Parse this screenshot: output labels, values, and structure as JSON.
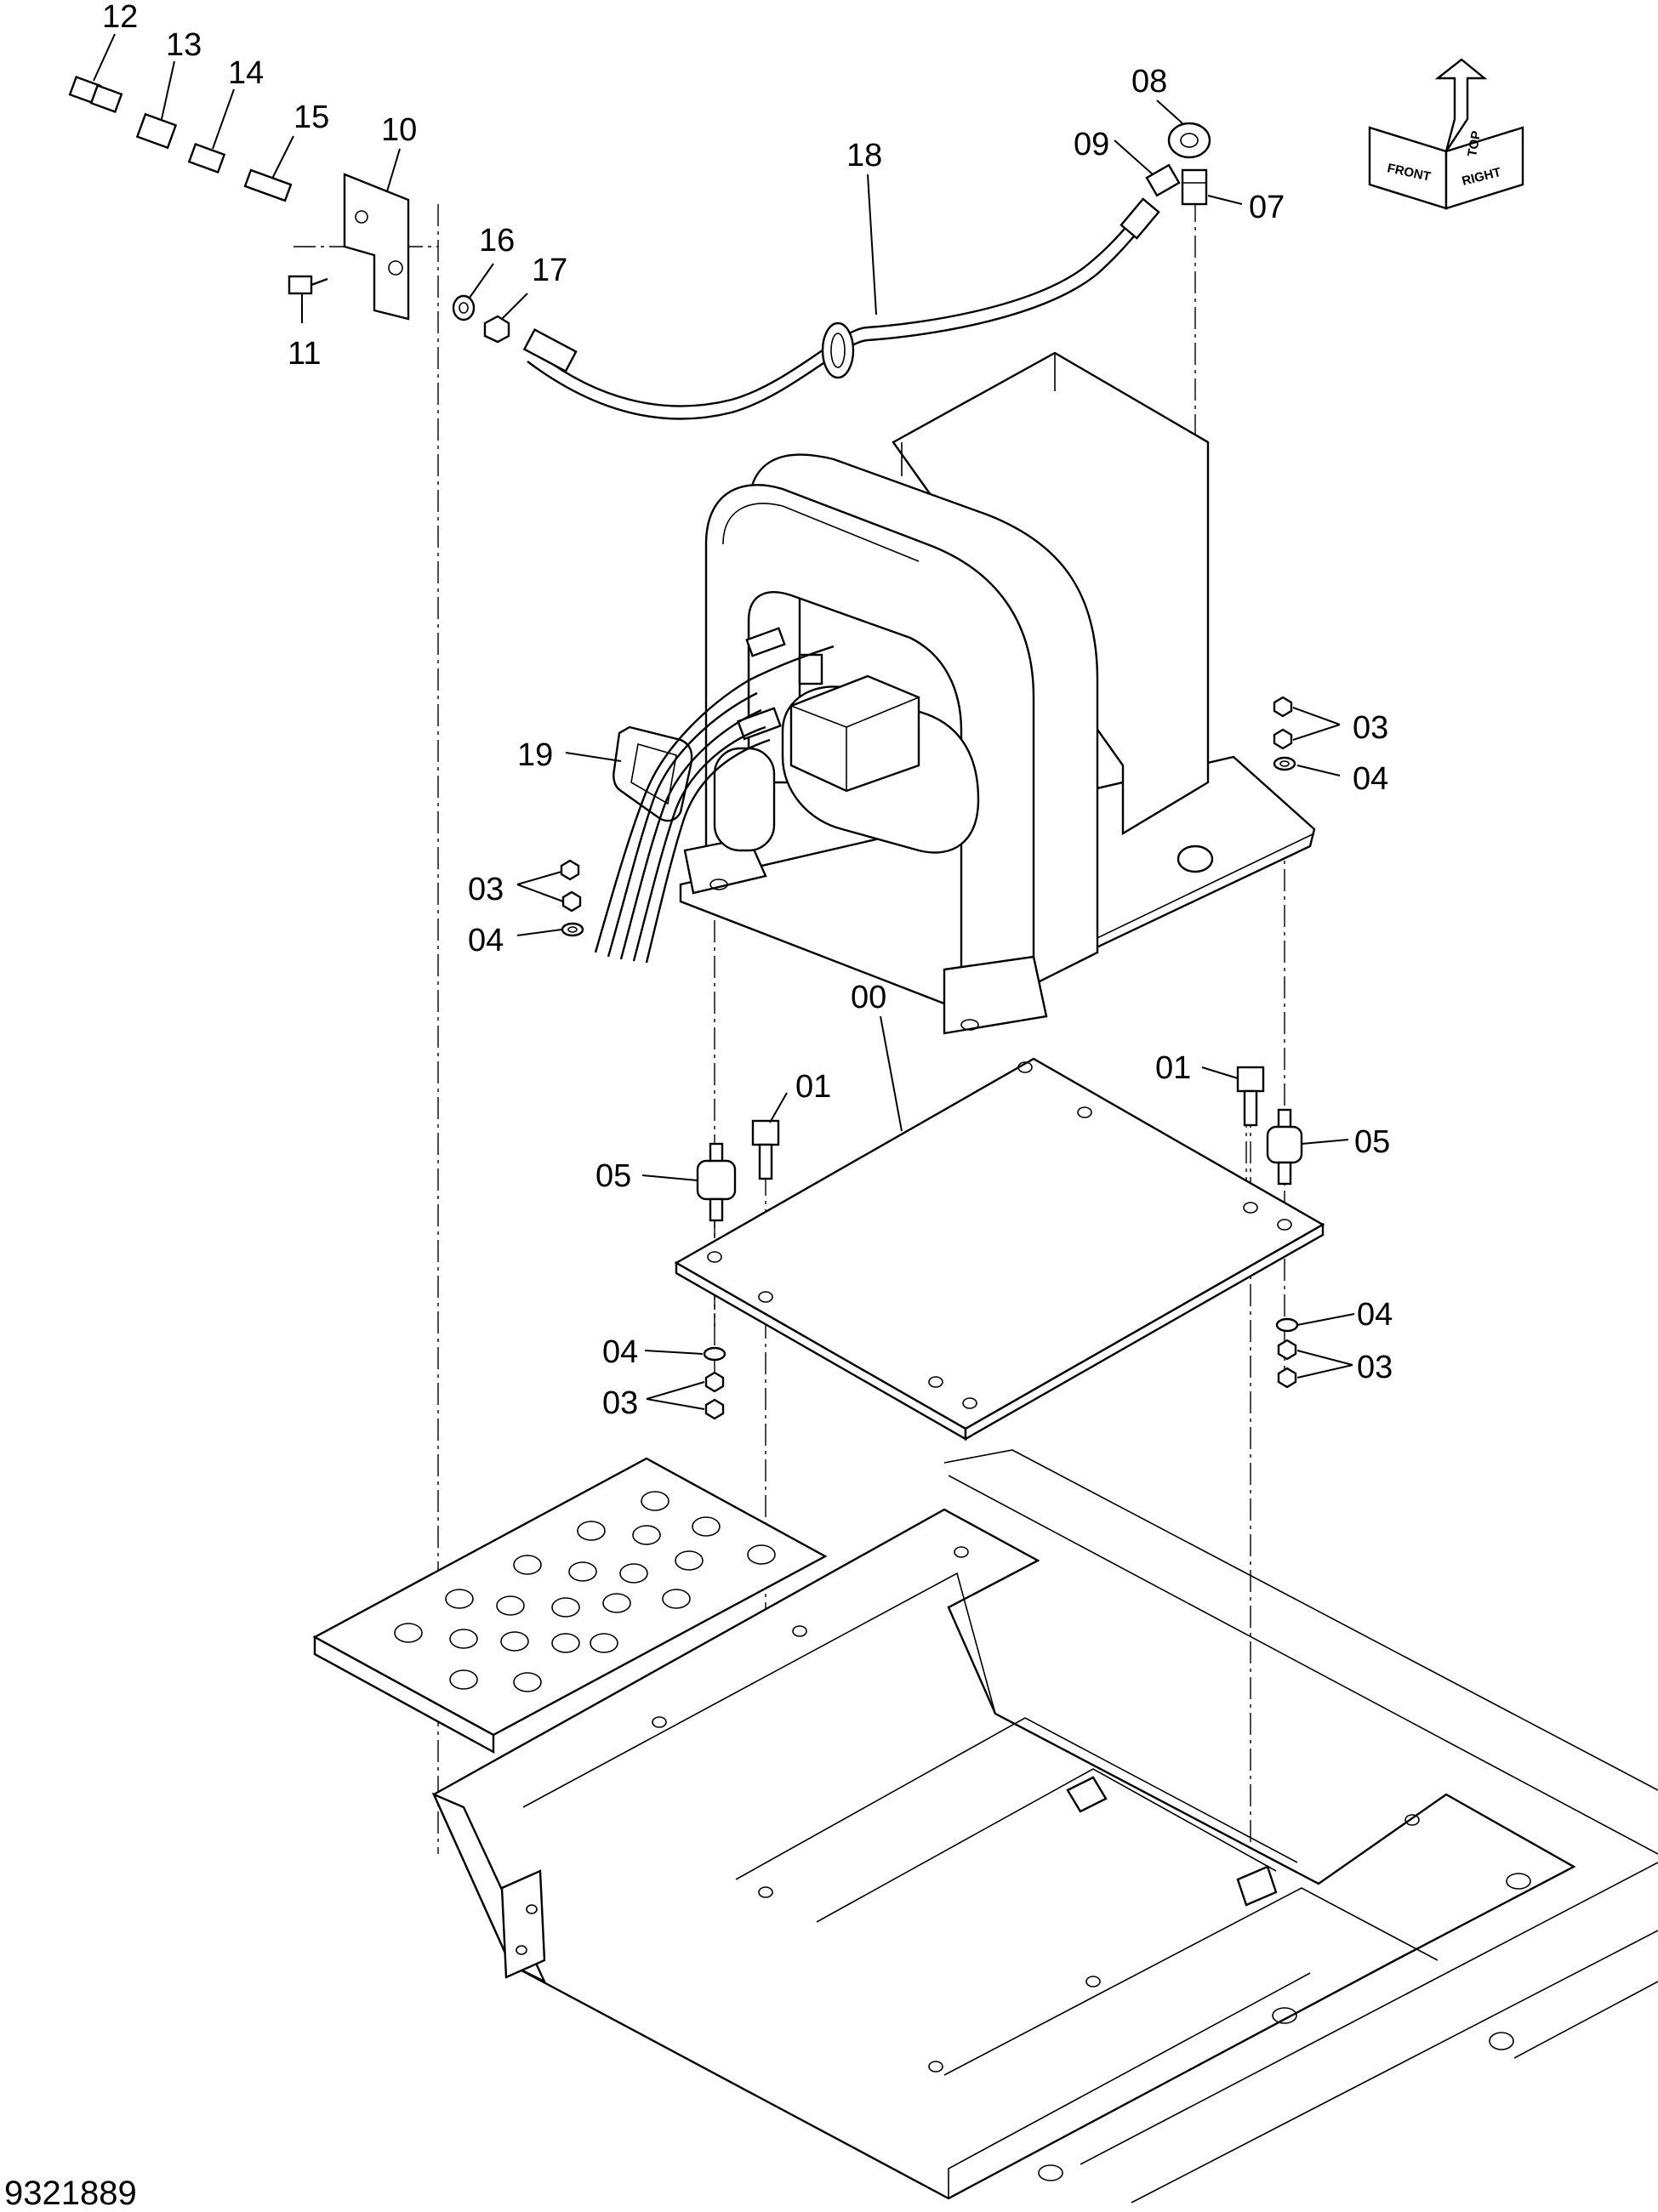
{
  "diagram": {
    "drawing_number": "9321889",
    "part_callouts": [
      "00",
      "01",
      "03",
      "04",
      "05",
      "07",
      "08",
      "09",
      "10",
      "11",
      "12",
      "13",
      "14",
      "15",
      "16",
      "17",
      "18",
      "19"
    ],
    "orientation_indicator": {
      "top": "TOP",
      "front": "FRONT",
      "right": "RIGHT"
    },
    "callouts": {
      "c12": "12",
      "c13": "13",
      "c14": "14",
      "c15": "15",
      "c10": "10",
      "c11": "11",
      "c16": "16",
      "c17": "17",
      "c18": "18",
      "c08": "08",
      "c09": "09",
      "c07": "07",
      "c19": "19",
      "c03a": "03",
      "c04a": "04",
      "c03b": "03",
      "c04b": "04",
      "c00": "00",
      "c01a": "01",
      "c01b": "01",
      "c05a": "05",
      "c05b": "05",
      "c04c": "04",
      "c03c": "03",
      "c04d": "04",
      "c03d": "03"
    }
  }
}
